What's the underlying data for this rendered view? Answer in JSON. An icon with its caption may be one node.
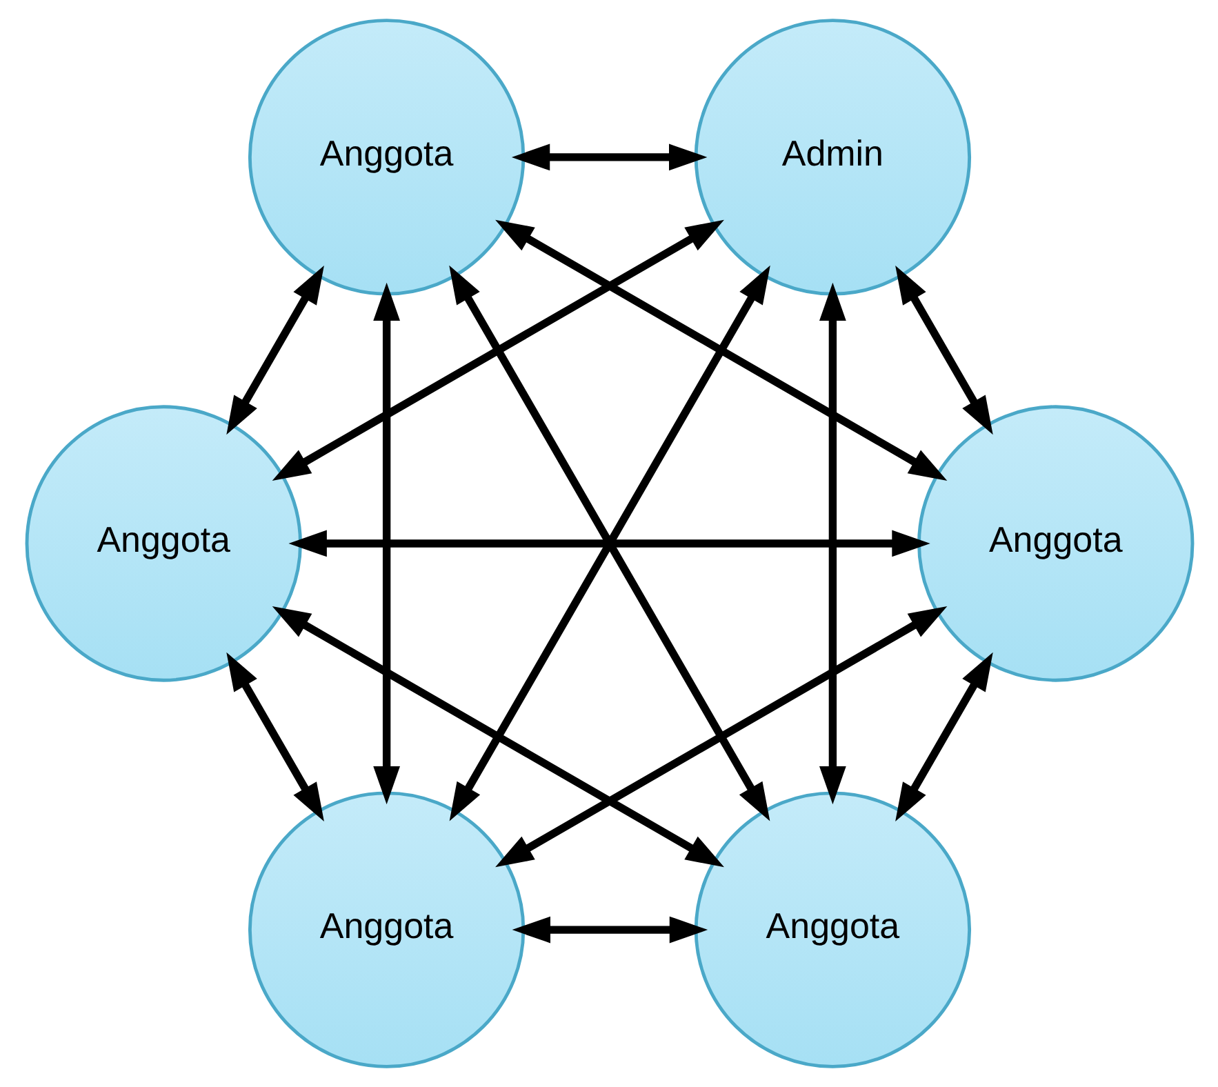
{
  "diagram": {
    "nodes": [
      {
        "text": [
          "Anggota"
        ]
      },
      {
        "text": [
          "Anggota"
        ]
      },
      {
        "text": [
          "Anggota"
        ]
      },
      {
        "text": [
          "Anggota"
        ]
      },
      {
        "text": [
          "Anggota"
        ]
      },
      {
        "text": [
          "Admin"
        ]
      }
    ],
    "edges": [
      {
        "from": 0,
        "to": 1,
        "arrow": "both"
      },
      {
        "from": 0,
        "to": 2,
        "arrow": "both"
      },
      {
        "from": 1,
        "to": 2,
        "arrow": "both"
      },
      {
        "from": 1,
        "to": 3,
        "arrow": "both"
      },
      {
        "from": 2,
        "to": 4,
        "arrow": "both"
      },
      {
        "from": 0,
        "to": 3,
        "arrow": "both"
      },
      {
        "from": 0,
        "to": 4,
        "arrow": "both"
      },
      {
        "from": 0,
        "to": 5,
        "arrow": "both"
      },
      {
        "from": 1,
        "to": 4,
        "arrow": "both"
      },
      {
        "from": 2,
        "to": 3,
        "arrow": "both"
      },
      {
        "from": 1,
        "to": 5,
        "arrow": "both"
      },
      {
        "from": 2,
        "to": 5,
        "arrow": "both"
      },
      {
        "from": 3,
        "to": 4,
        "arrow": "both"
      },
      {
        "from": 3,
        "to": 5,
        "arrow": "both"
      },
      {
        "from": 4,
        "to": 5,
        "arrow": "both"
      }
    ]
  }
}
